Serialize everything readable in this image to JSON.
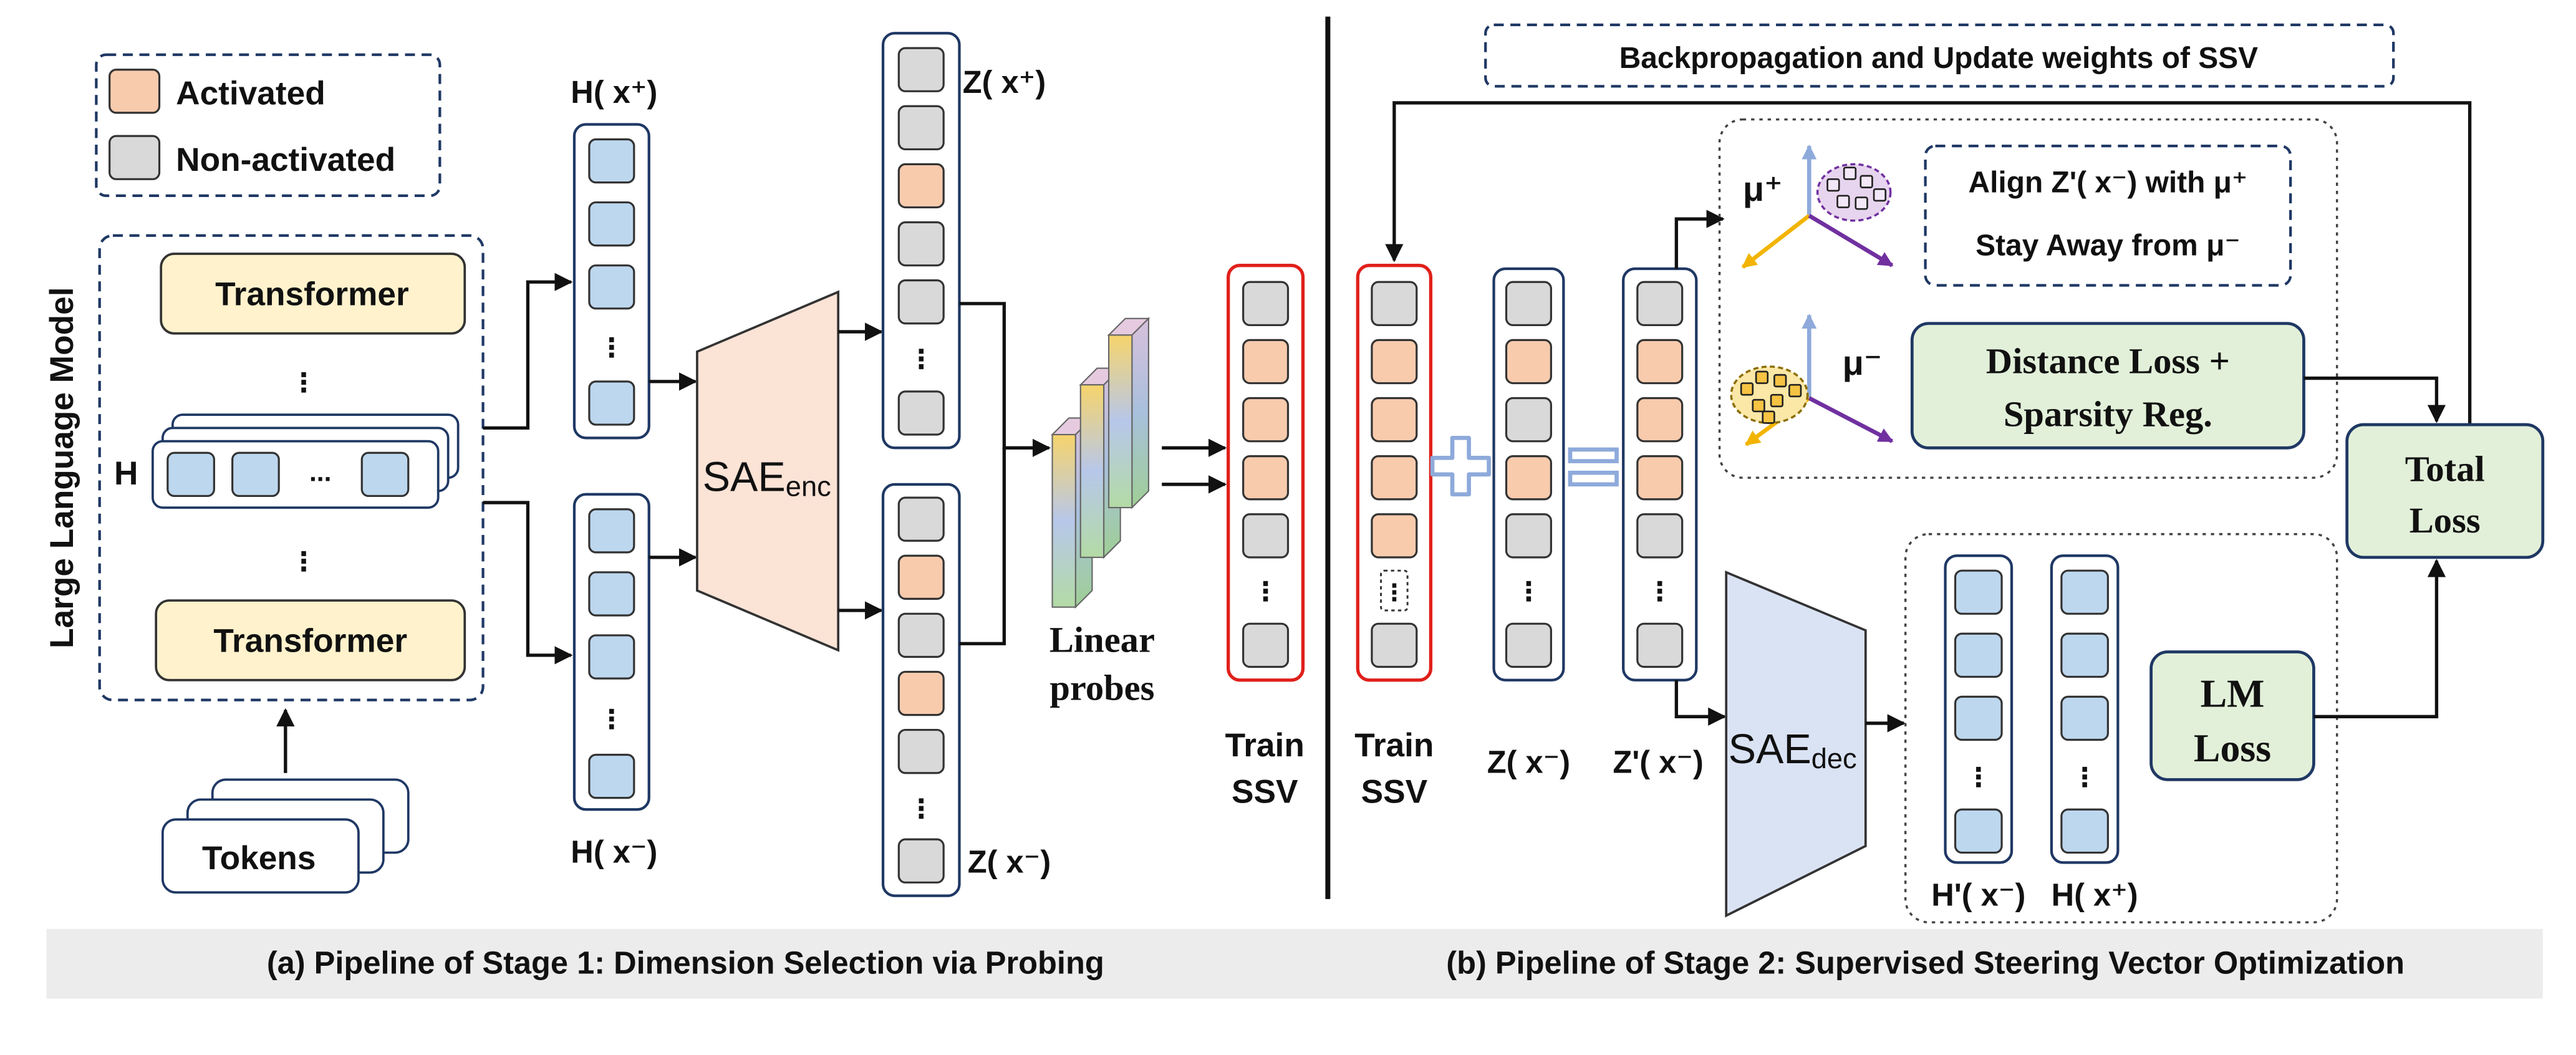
{
  "colors": {
    "activated": "#f8cbad",
    "non_activated": "#d9d9d9",
    "hidden": "#bdd7ee",
    "transformer": "#fff2cc",
    "loss_box": "#e2f0d9",
    "sae_enc": "#fbe3d6",
    "sae_dec": "#dae3f3",
    "ssv_border": "#e0201b",
    "caption_bg": "#ececec",
    "axis_up": "#8eaadb",
    "axis_left": "#f2b400",
    "axis_right": "#7030a0"
  },
  "icons": {
    "plus": "plus-icon",
    "equals": "equals-icon",
    "arrow": "arrow-icon"
  },
  "legend": {
    "activated": "Activated",
    "non_activated": "Non-activated"
  },
  "llm": {
    "title": "Large Language Model",
    "transformer_top": "Transformer",
    "transformer_bottom": "Transformer",
    "hidden_label": "H",
    "vdots": "⋮",
    "hdots": "...",
    "tokens": "Tokens"
  },
  "stage_a": {
    "h_pos_label": "H( x⁺)",
    "h_neg_label": "H( x⁻)",
    "sae_enc": {
      "main": "SAE",
      "sub": "enc"
    },
    "z_pos_label": "Z( x⁺)",
    "z_neg_label": "Z( x⁻)",
    "linear_probes": [
      "Linear",
      "probes"
    ],
    "train_ssv": [
      "Train",
      "SSV"
    ]
  },
  "stage_b": {
    "backprop": "Backpropagation and Update weights of SSV",
    "train_ssv": [
      "Train",
      "SSV"
    ],
    "z_label": "Z( x⁻)",
    "zp_label": "Z'( x⁻)",
    "mu_pos": "μ⁺",
    "mu_neg": "μ⁻",
    "align_lines": [
      "Align Z'( x⁻) with μ⁺",
      "Stay Away from μ⁻"
    ],
    "distance_loss": [
      "Distance Loss +",
      "Sparsity Reg."
    ],
    "total_loss": [
      "Total",
      "Loss"
    ],
    "sae_dec": {
      "main": "SAE",
      "sub": "dec"
    },
    "lm_loss": [
      "LM",
      "Loss"
    ],
    "hp_neg_label": "H'( x⁻)",
    "h_pos_label": "H( x⁺)"
  },
  "columns": {
    "h_pos": {
      "cells": [
        "hidden",
        "hidden",
        "hidden",
        "ellipsis",
        "hidden"
      ]
    },
    "h_neg": {
      "cells": [
        "hidden",
        "hidden",
        "hidden",
        "ellipsis",
        "hidden"
      ]
    },
    "z_pos": {
      "cells": [
        "non-activated",
        "non-activated",
        "activated",
        "non-activated",
        "non-activated",
        "ellipsis",
        "non-activated"
      ]
    },
    "z_neg": {
      "cells": [
        "non-activated",
        "activated",
        "non-activated",
        "activated",
        "non-activated",
        "ellipsis",
        "non-activated"
      ]
    },
    "ssv_a": {
      "cells": [
        "non-activated",
        "activated",
        "activated",
        "activated",
        "non-activated",
        "ellipsis",
        "non-activated"
      ]
    },
    "ssv_b": {
      "cells": [
        "non-activated",
        "activated",
        "activated",
        "activated",
        "activated",
        "ellipsis-box",
        "non-activated"
      ]
    },
    "z_b": {
      "cells": [
        "non-activated",
        "activated",
        "non-activated",
        "activated",
        "non-activated",
        "ellipsis",
        "non-activated"
      ]
    },
    "zp_b": {
      "cells": [
        "non-activated",
        "activated",
        "activated",
        "activated",
        "non-activated",
        "ellipsis",
        "non-activated"
      ]
    },
    "hp_neg_b": {
      "cells": [
        "hidden",
        "hidden",
        "hidden",
        "ellipsis",
        "hidden"
      ]
    },
    "h_pos_b": {
      "cells": [
        "hidden",
        "hidden",
        "hidden",
        "ellipsis",
        "hidden"
      ]
    }
  },
  "captions": {
    "a": "(a) Pipeline of Stage 1: Dimension Selection via Probing",
    "b": "(b) Pipeline of Stage 2: Supervised Steering Vector Optimization"
  }
}
